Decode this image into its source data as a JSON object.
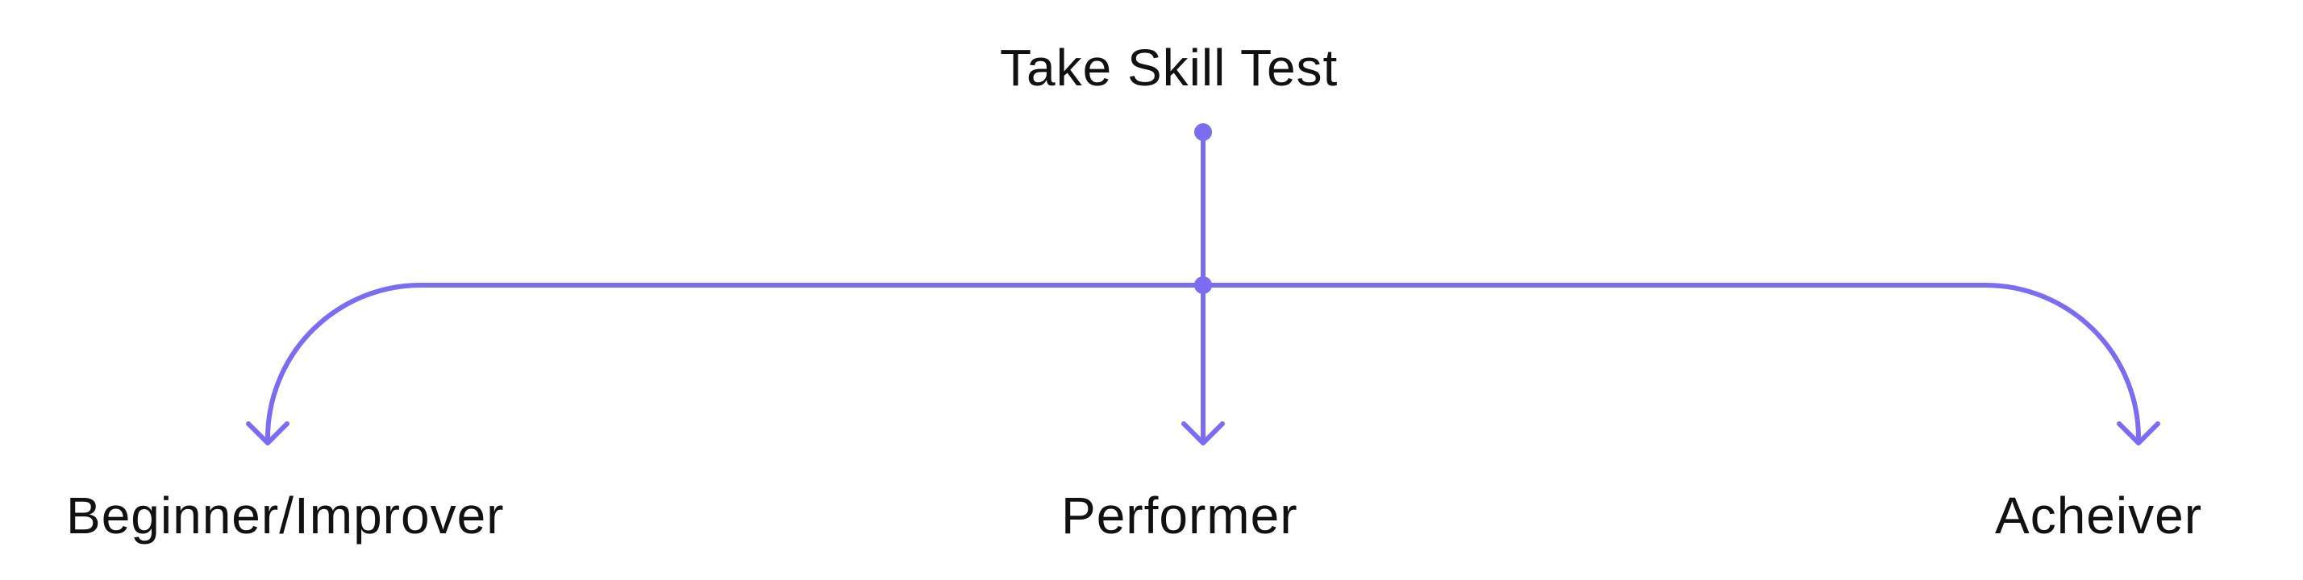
{
  "root": {
    "label": "Take Skill Test"
  },
  "branches": [
    {
      "label": "Beginner/Improver"
    },
    {
      "label": "Performer"
    },
    {
      "label": "Acheiver"
    }
  ],
  "colors": {
    "connector": "#7b6cf2",
    "text": "#111111",
    "background": "#ffffff"
  }
}
